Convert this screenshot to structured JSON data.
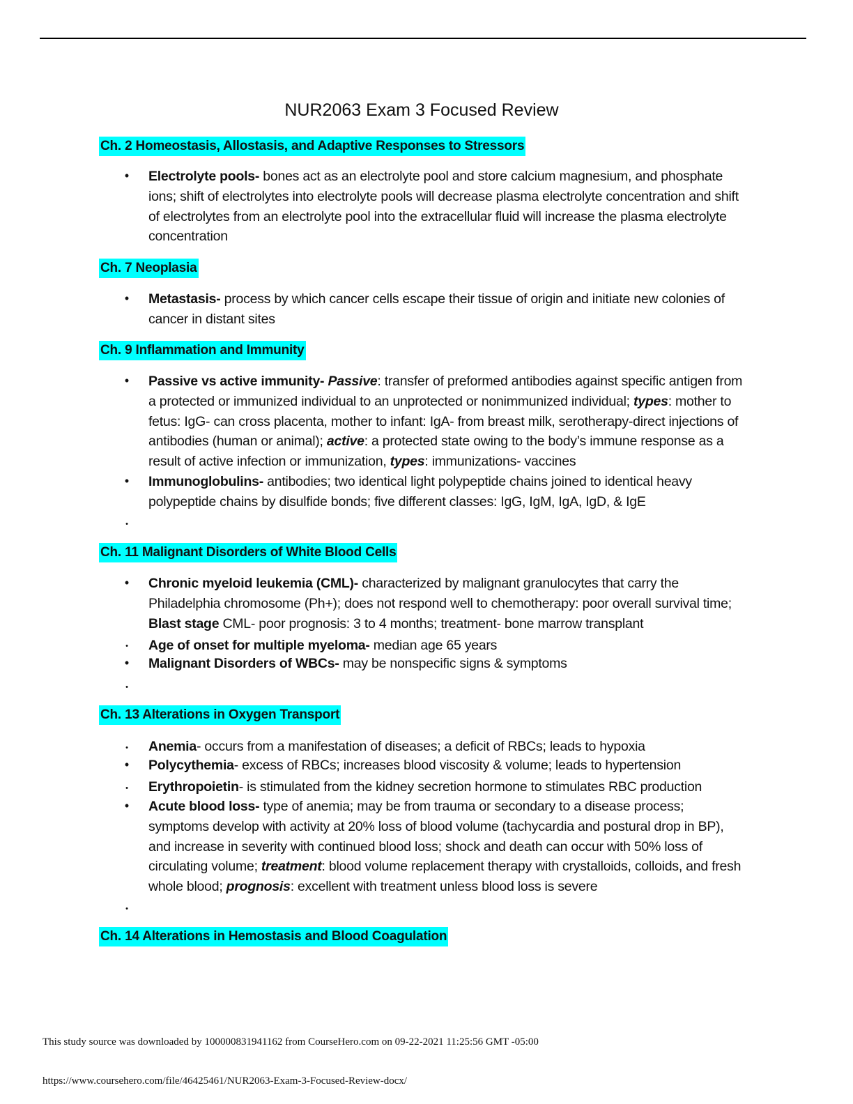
{
  "title": "NUR2063 Exam 3 Focused Review",
  "sections": {
    "ch2": {
      "heading": "Ch. 2 Homeostasis, Allostasis, and Adaptive Responses to Stressors",
      "items": [
        {
          "term": "Electrolyte pools-",
          "text": " bones act as an electrolyte pool and store calcium magnesium, and phosphate ions; shift of electrolytes into electrolyte pools will decrease plasma electrolyte concentration and shift of electrolytes from an electrolyte pool into the extracellular fluid will increase the plasma electrolyte concentration"
        }
      ]
    },
    "ch7": {
      "heading": "Ch. 7 Neoplasia",
      "items": [
        {
          "term": "Metastasis-",
          "text": " process by which cancer cells escape their tissue of origin and initiate new colonies of cancer in distant sites"
        }
      ]
    },
    "ch9": {
      "heading": "Ch. 9 Inflammation and Immunity",
      "items": [
        {
          "term": "Passive vs active immunity-",
          "passive_label": "Passive",
          "t1": ": transfer of preformed antibodies against specific antigen from a protected or immunized individual to an unprotected or nonimmunized individual; ",
          "types_label": "types",
          "t2": ": mother to fetus: IgG- can cross placenta, mother to infant: IgA- from breast milk, serotherapy-direct injections of antibodies (human or animal); ",
          "active_label": "active",
          "t3": ": a protected state owing to the body’s immune response as a result of active infection or immunization, ",
          "t4": ": immunizations- vaccines"
        },
        {
          "term": "Immunoglobulins-",
          "text": " antibodies; two identical light polypeptide chains joined to identical heavy polypeptide chains by disulfide bonds; five different classes: IgG, IgM, IgA, IgD, & IgE"
        }
      ]
    },
    "ch11": {
      "heading": "Ch. 11 Malignant Disorders of White Blood Cells",
      "items": [
        {
          "term": "Chronic myeloid leukemia (CML)-",
          "text": " characterized by malignant granulocytes that carry the Philadelphia chromosome (Ph+); does not respond well to chemotherapy: poor overall survival time; ",
          "term2": "Blast stage",
          "text2": " CML- poor prognosis: 3 to 4 months; treatment- bone marrow transplant"
        },
        {
          "term": "Age of onset for multiple myeloma-",
          "text": " median age 65 years"
        },
        {
          "term": "Malignant Disorders of WBCs-",
          "text": " may be nonspecific signs & symptoms"
        }
      ]
    },
    "ch13": {
      "heading": "Ch. 13 Alterations in Oxygen Transport",
      "items": [
        {
          "term": "Anemia",
          "text": "- occurs from a manifestation of diseases; a deficit of RBCs; leads to hypoxia"
        },
        {
          "term": "Polycythemia",
          "text": "- excess of RBCs; increases blood viscosity & volume; leads to hypertension"
        },
        {
          "term": "Erythropoietin",
          "text": "- is stimulated from the kidney secretion hormone to stimulates RBC production"
        },
        {
          "term": "Acute blood loss-",
          "text": " type of anemia; may be from trauma or secondary to a disease process; symptoms develop with activity at 20% loss of blood volume (tachycardia and postural drop in BP), and increase in severity with continued blood loss; shock and death can occur with 50% loss of circulating volume; ",
          "treatment_label": "treatment",
          "text2": ": blood volume replacement therapy with crystalloids, colloids, and fresh whole blood; ",
          "prognosis_label": "prognosis",
          "text3": ": excellent with treatment unless blood loss is severe"
        }
      ]
    },
    "ch14": {
      "heading": "Ch. 14 Alterations in Hemostasis and Blood Coagulation"
    }
  },
  "bullets": {
    "large": "•",
    "small": "•"
  },
  "footer": {
    "source": "This study source was downloaded by 100000831941162 from CourseHero.com on 09-22-2021 11:25:56 GMT -05:00",
    "url": "https://www.coursehero.com/file/46425461/NUR2063-Exam-3-Focused-Review-docx/"
  }
}
